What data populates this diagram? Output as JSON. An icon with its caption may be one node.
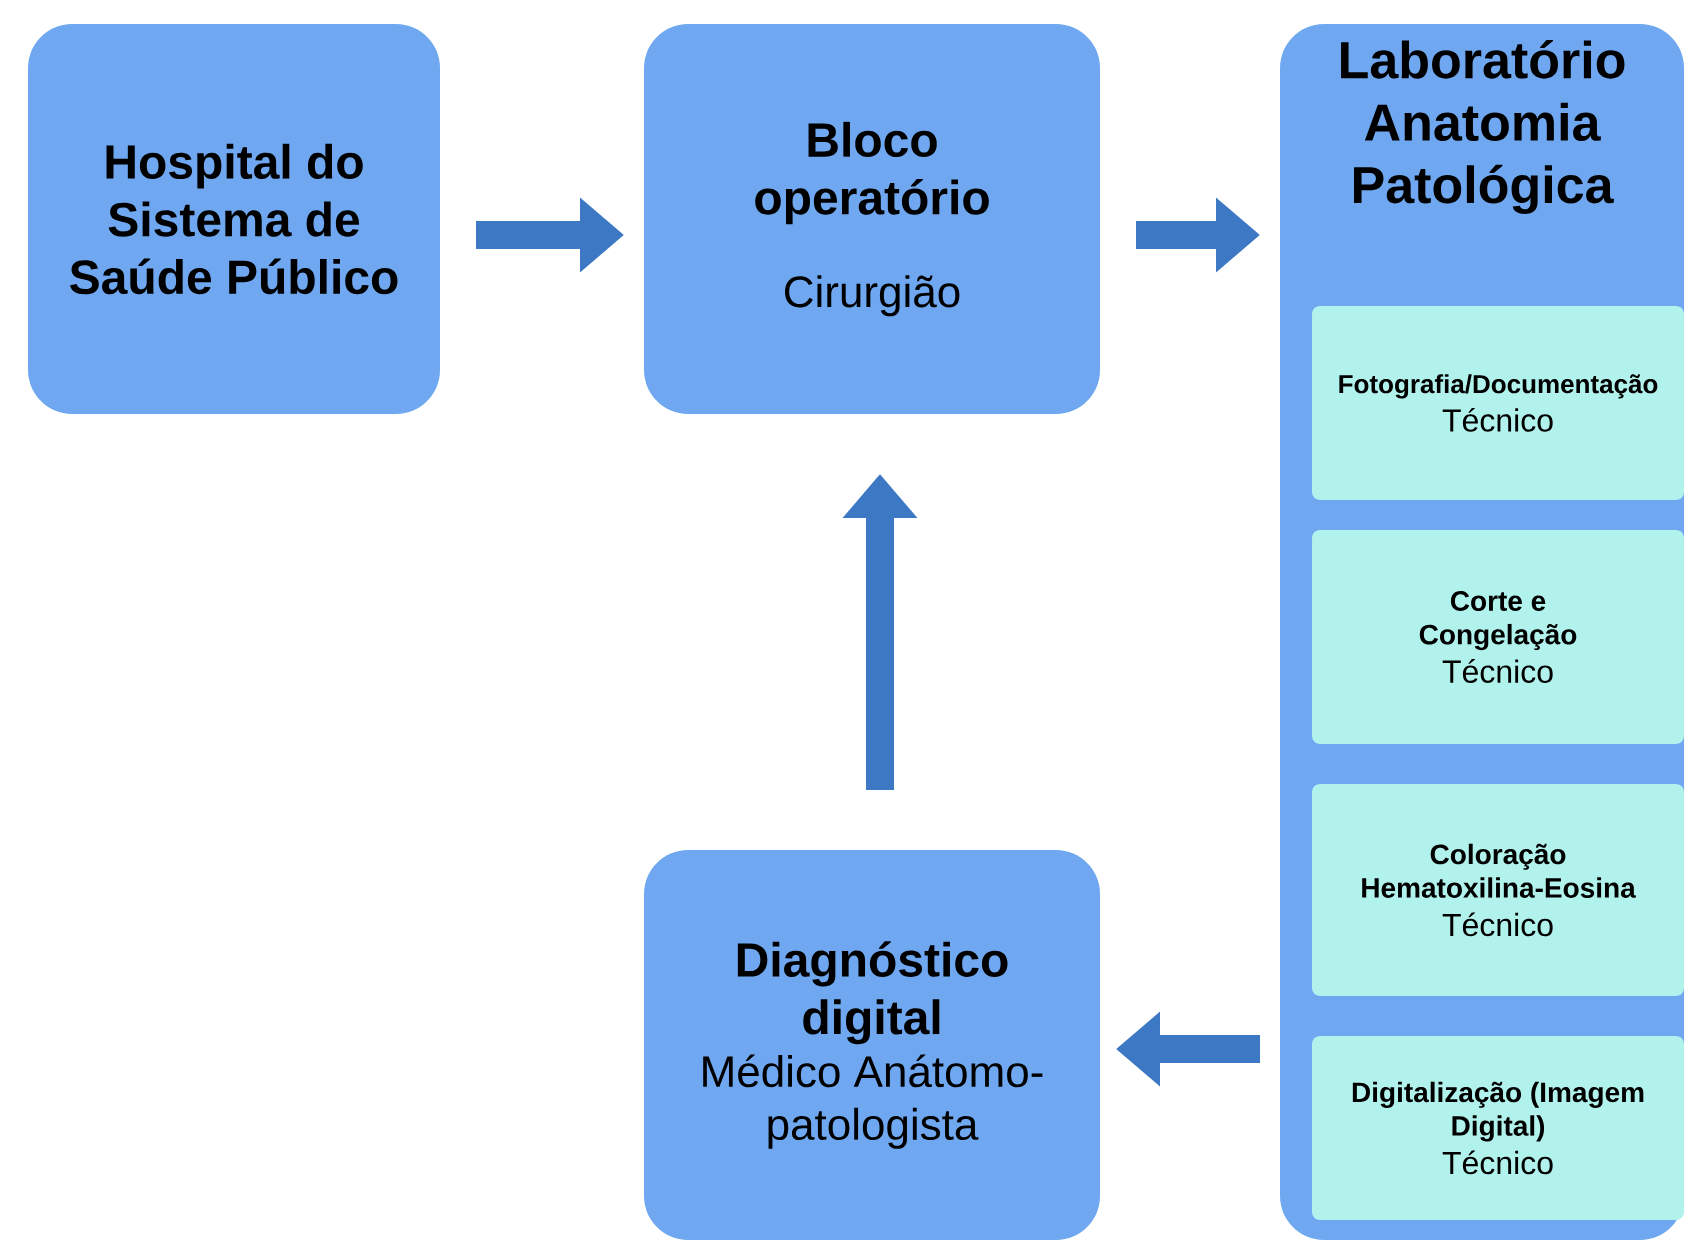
{
  "diagram": {
    "nodes": [
      {
        "text": [
          "Hospital do Sistema de Saúde Público"
        ]
      },
      {
        "text": [
          "Bloco operatório",
          "Cirurgião"
        ]
      },
      {
        "text": [
          "Laboratório Anatomia Patológica"
        ]
      },
      {
        "text": [
          "Fotografia/Documentação",
          "Técnico"
        ],
        "in": 2
      },
      {
        "text": [
          "Corte e Congelação",
          "Técnico"
        ],
        "in": 2
      },
      {
        "text": [
          "Coloração Hematoxilina-Eosina",
          "Técnico"
        ],
        "in": 2
      },
      {
        "text": [
          "Digitalização (Imagem Digital)",
          "Técnico"
        ],
        "in": 2
      },
      {
        "text": [
          "Diagnóstico digital",
          "Médico Anátomo-patologista"
        ]
      }
    ],
    "edges": [
      {
        "from": 0,
        "to": 1,
        "arrow": "to"
      },
      {
        "from": 1,
        "to": 2,
        "arrow": "to"
      },
      {
        "from": 2,
        "to": 7,
        "arrow": "to"
      },
      {
        "from": 7,
        "to": 1,
        "arrow": "to"
      }
    ]
  }
}
